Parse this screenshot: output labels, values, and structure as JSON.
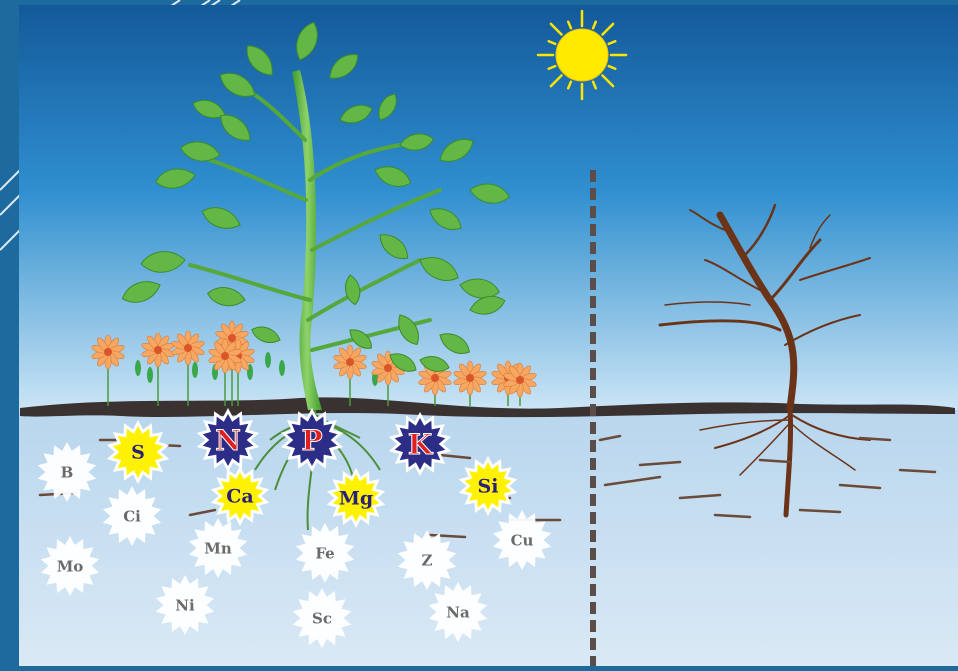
{
  "scene": {
    "description_colors": {
      "sky_top": "#1565a8",
      "sky_bottom": "#cfe6f5",
      "soil_top": "#bcd9ef",
      "soil_bottom": "#d7e8f5",
      "ground_line": "#3a3231",
      "sun": "#ffe600",
      "leaf": "#5db540",
      "leaf_dark": "#3e8a2a",
      "divider": "#5b4e4a",
      "dead_tree": "#6b3418",
      "flower_petal": "#f4a55f",
      "flower_center": "#e56a2c"
    }
  },
  "nutrients": [
    {
      "symbol": "S",
      "style": "yellow"
    },
    {
      "symbol": "N",
      "style": "navy"
    },
    {
      "symbol": "P",
      "style": "navy"
    },
    {
      "symbol": "K",
      "style": "navy"
    },
    {
      "symbol": "Ca",
      "style": "yellow"
    },
    {
      "symbol": "Mg",
      "style": "yellow"
    },
    {
      "symbol": "Si",
      "style": "yellow"
    },
    {
      "symbol": "B",
      "style": "white"
    },
    {
      "symbol": "Ci",
      "style": "white"
    },
    {
      "symbol": "Mo",
      "style": "white"
    },
    {
      "symbol": "Mn",
      "style": "white"
    },
    {
      "symbol": "Fe",
      "style": "white"
    },
    {
      "symbol": "Z",
      "style": "white"
    },
    {
      "symbol": "Cu",
      "style": "white"
    },
    {
      "symbol": "Ni",
      "style": "white"
    },
    {
      "symbol": "Sc",
      "style": "white"
    },
    {
      "symbol": "Na",
      "style": "white"
    }
  ]
}
